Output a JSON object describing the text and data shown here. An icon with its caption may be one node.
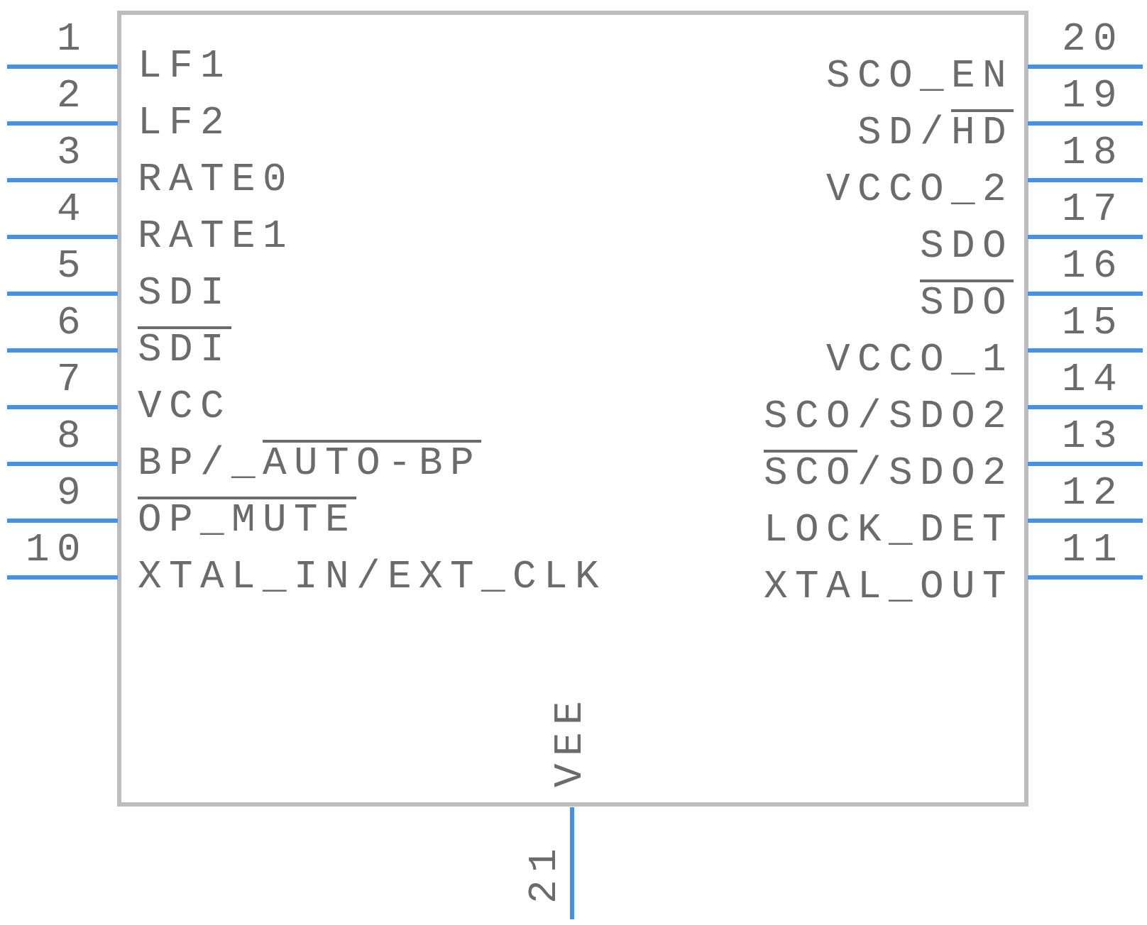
{
  "diagram": {
    "labels": [
      "1",
      "LF1",
      "2",
      "LF2",
      "3",
      "RATE0",
      "4",
      "RATE1",
      "5",
      "SDI",
      "6",
      "SDI",
      "7",
      "VCC",
      "8",
      "BP/_AUTO-BP",
      "9",
      "OP_MUTE",
      "10",
      "XTAL_IN/EXT_CLK",
      "11",
      "XTAL_OUT",
      "12",
      "LOCK_DET",
      "13",
      "SCO/SDO2",
      "14",
      "SCO/SDO2",
      "15",
      "VCCO_1",
      "16",
      "SDO",
      "17",
      "SDO",
      "18",
      "VCCO_2",
      "19",
      "SD/HD",
      "20",
      "SCO_EN",
      "21",
      "VEE"
    ]
  }
}
